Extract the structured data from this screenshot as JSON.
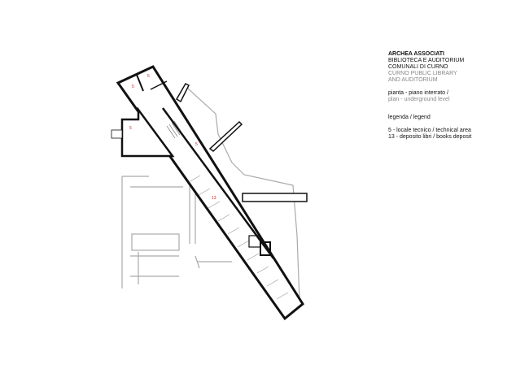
{
  "title_block": {
    "firm": "ARCHEA ASSOCIATI",
    "project_it_1": "BIBLIOTECA E AUDITORIUM",
    "project_it_2": "COMUNALI DI CURNO",
    "project_en_1": "CURNO PUBLIC LIBRARY",
    "project_en_2": "AND AUDITORIUM",
    "plan_it": "pianta - piano interrato /",
    "plan_en": "plan - underground level",
    "legend_title": "legenda / legend",
    "legend_items": [
      "5 - locale tecnico / technical area",
      "13 - deposito libri / books deposit"
    ]
  },
  "plan_labels": {
    "room_a": "5",
    "room_b": "5",
    "room_c": "5",
    "room_d": "5",
    "room_e": "13"
  },
  "colors": {
    "walls": "#111111",
    "context": "#aaaaaa",
    "labels": "#d02020"
  }
}
